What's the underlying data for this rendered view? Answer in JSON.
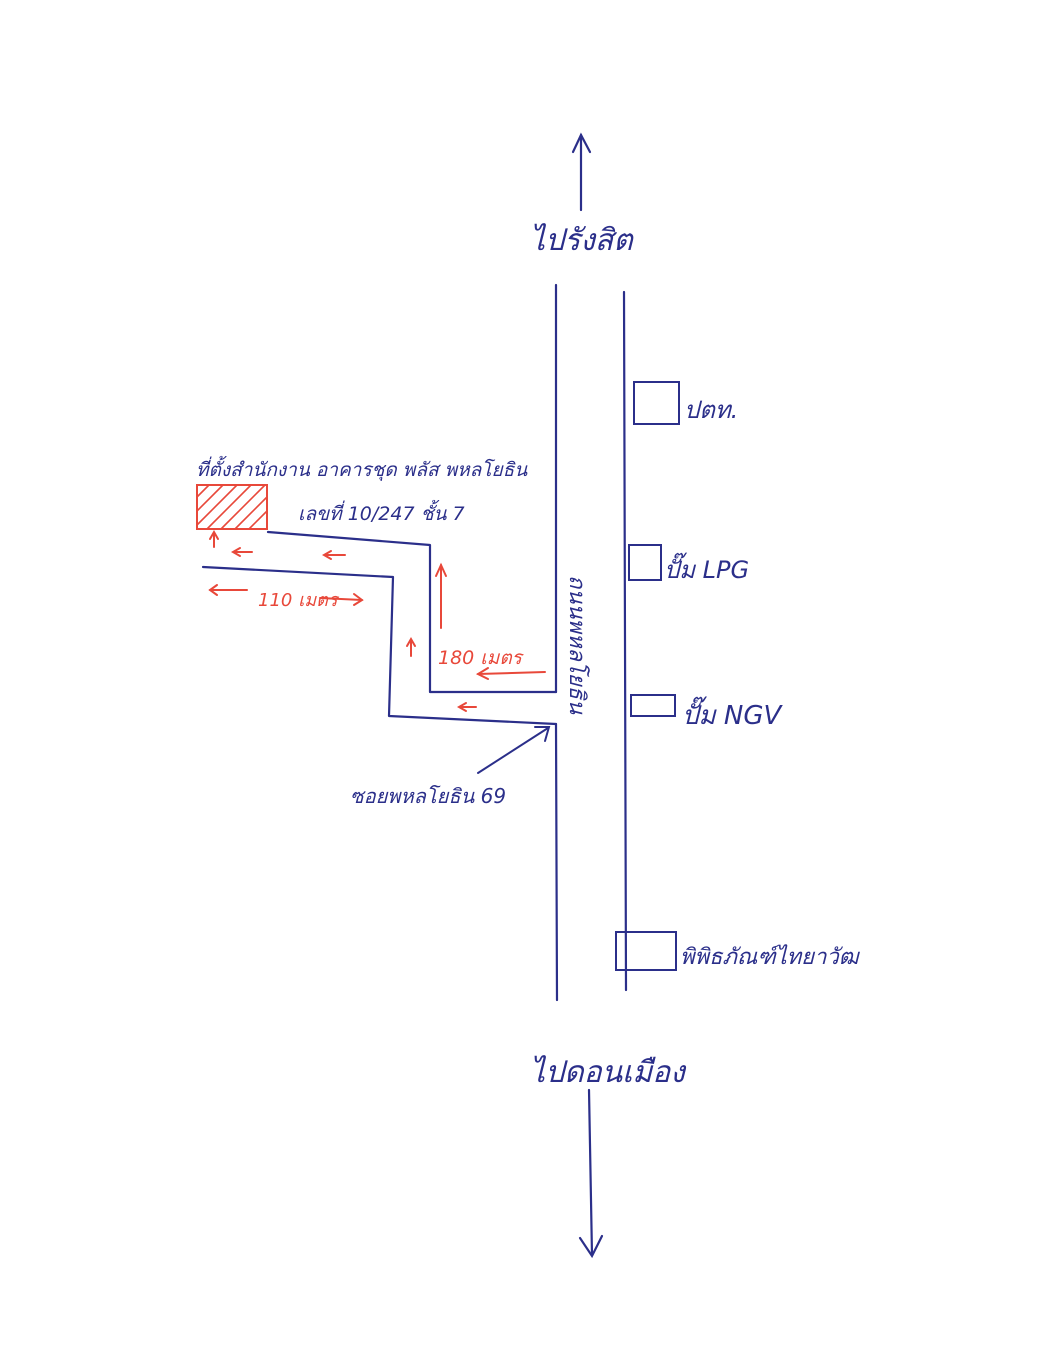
{
  "map": {
    "north_label": "ไปรังสิต",
    "south_label": "ไปดอนเมือง",
    "main_road_label": "ถนนพหลโยธิน",
    "soi_label": "ซอยพหลโยธิน 69",
    "destination": {
      "line1": "ที่ตั้งสำนักงาน อาคารชุด พลัส พหลโยธิน",
      "line2": "เลขที่ 10/247 ชั้น 7"
    },
    "landmarks": [
      {
        "label": "ปตท."
      },
      {
        "label": "ปั๊ม LPG"
      },
      {
        "label": "ปั๊ม NGV"
      },
      {
        "label": "พิพิธภัณฑ์ไทยาวัฒ"
      }
    ],
    "distances": {
      "segment_1": "180 เมตร",
      "segment_2": "110 เมตร"
    },
    "colors": {
      "ink": "#2b2f8a",
      "route": "#e8483a"
    }
  }
}
